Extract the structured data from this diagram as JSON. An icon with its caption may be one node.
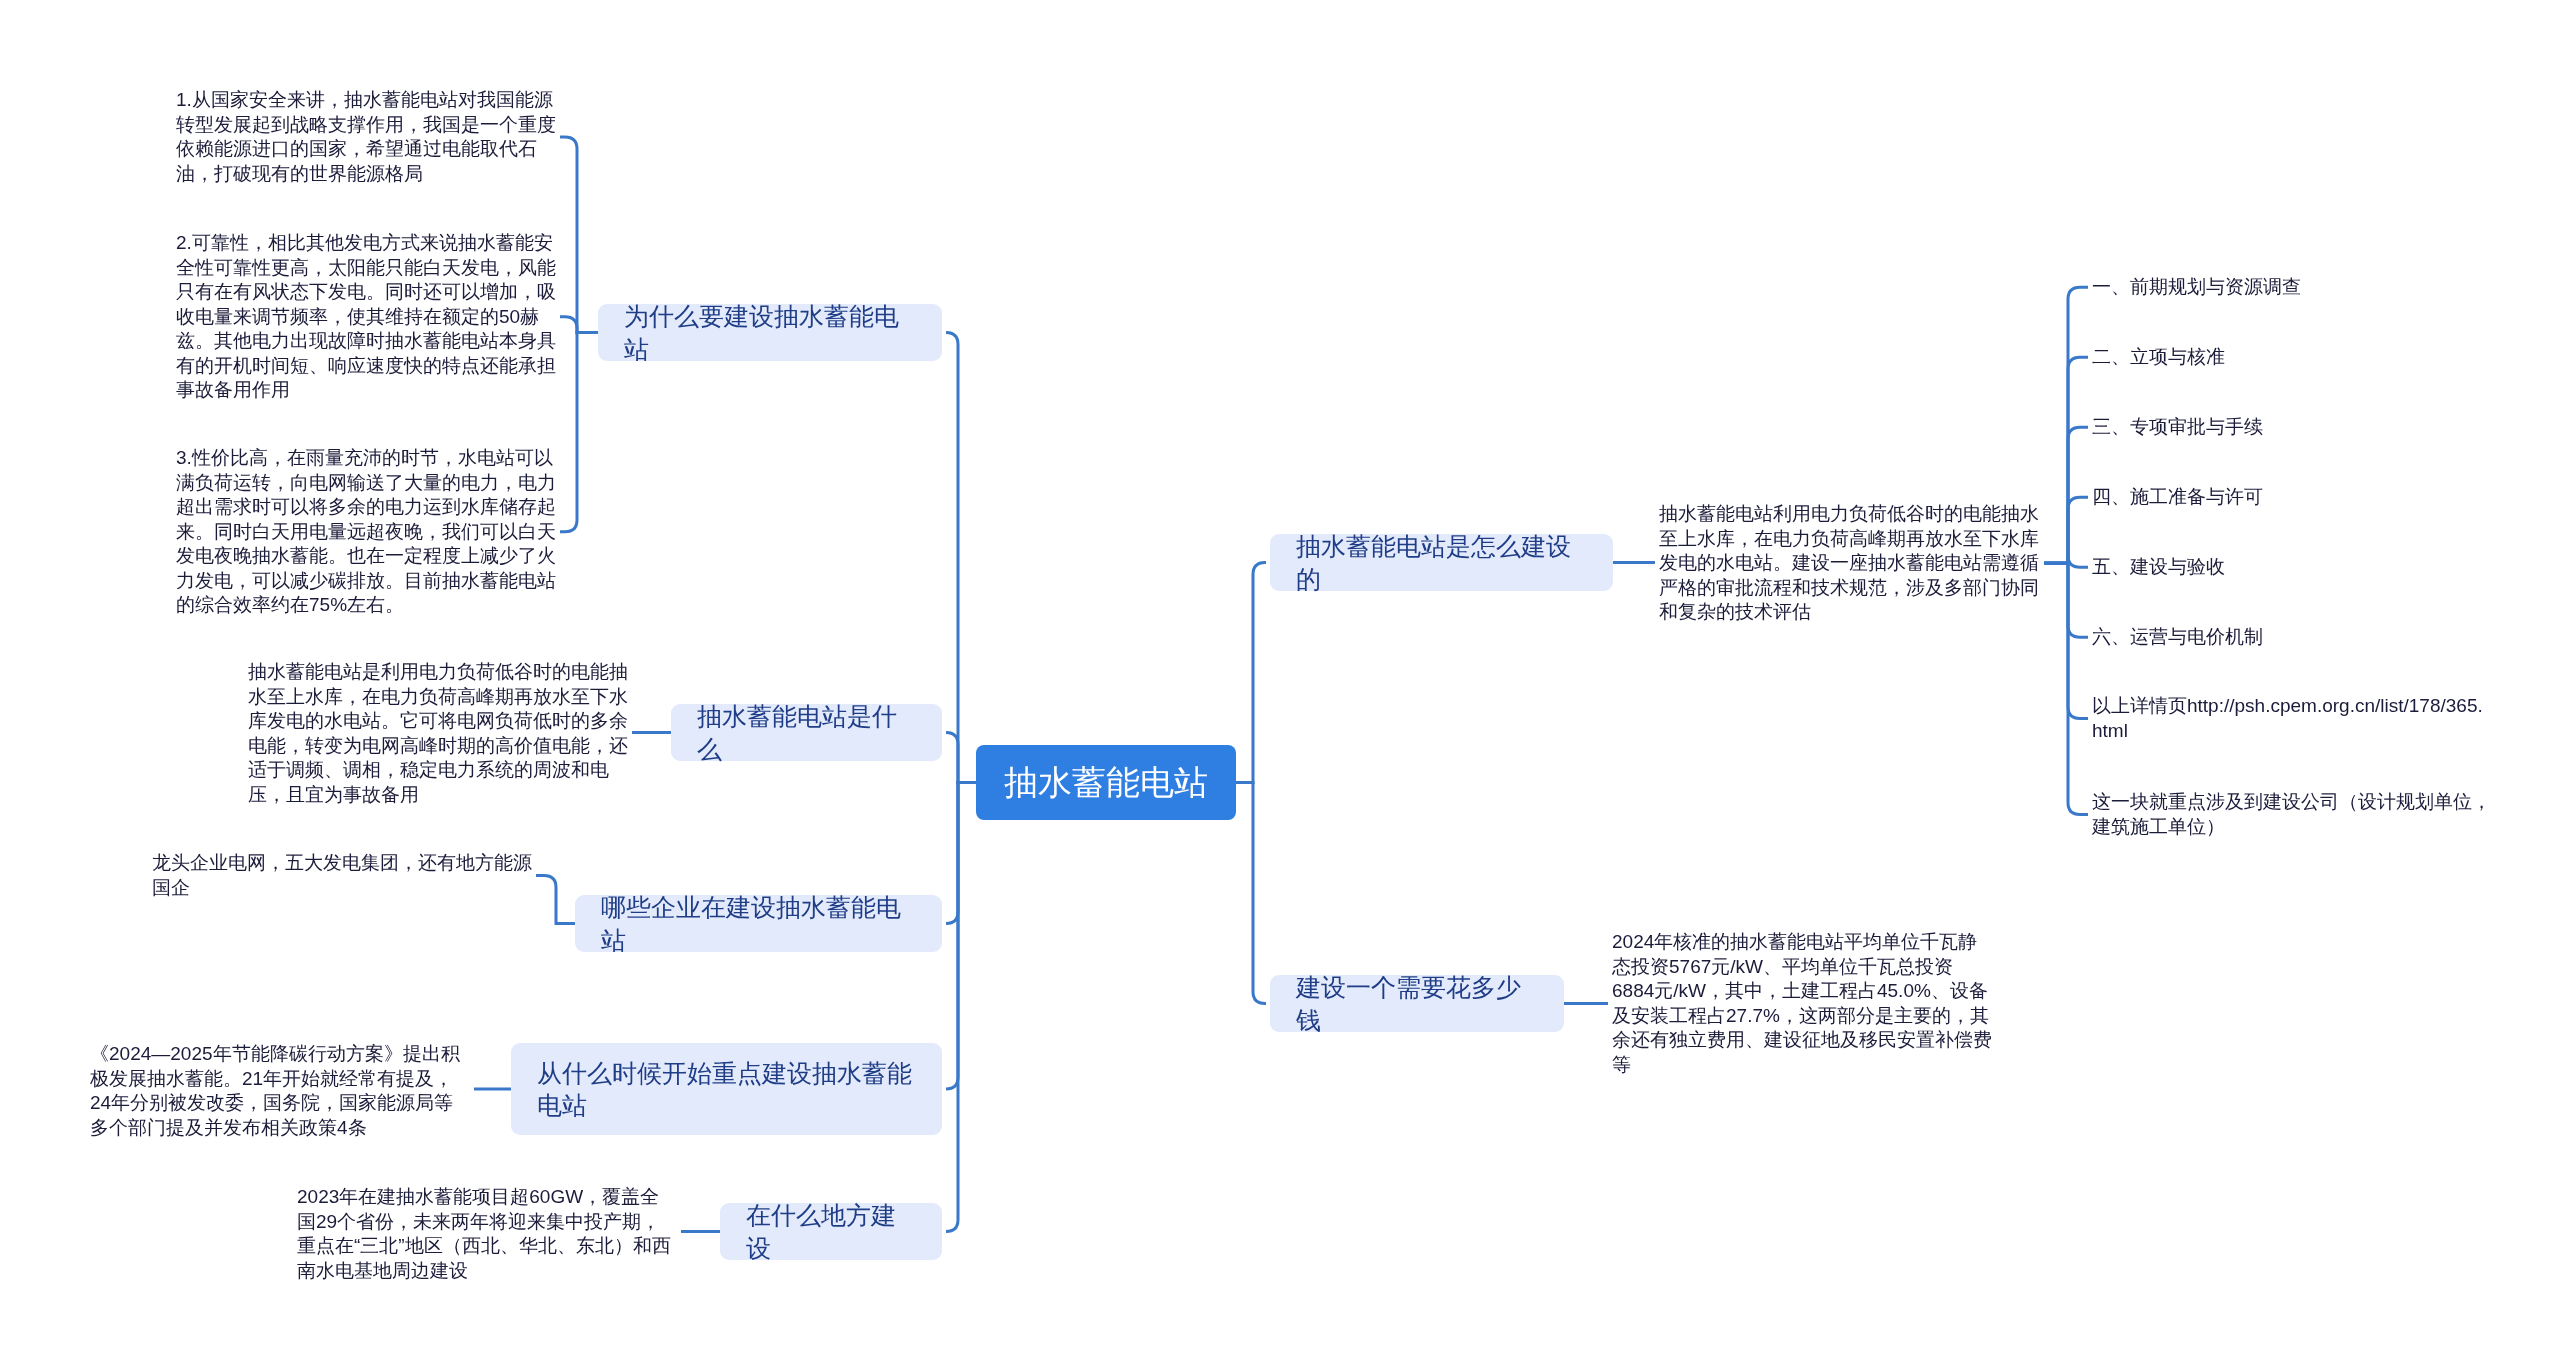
{
  "diagram": {
    "nodes": [
      {
        "text": [
          "抽水蓄能电站"
        ]
      },
      {
        "text": [
          "为什么要建设抽水蓄能电站"
        ]
      },
      {
        "text": [
          "1.从国家安全来讲，抽水蓄能电站对我国能源转型发展起到战略支撑作用，我国是一个重度依赖能源进口的国家，希望通过电能取代石油，打破现有的世界能源格局"
        ]
      },
      {
        "text": [
          "2.可靠性，相比其他发电方式来说抽水蓄能安全性可靠性更高，太阳能只能白天发电，风能只有在有风状态下发电。同时还可以增加，吸收电量来调节频率，使其维持在额定的50赫兹。其他电力出现故障时抽水蓄能电站本身具有的开机时间短、响应速度快的特点还能承担事故备用作用"
        ]
      },
      {
        "text": [
          "3.性价比高，在雨量充沛的时节，水电站可以满负荷运转，向电网输送了大量的电力，电力超出需求时可以将多余的电力运到水库储存起来。同时白天用电量远超夜晚，我们可以白天发电夜晚抽水蓄能。也在一定程度上减少了火力发电，可以减少碳排放。目前抽水蓄能电站的综合效率约在75%左右。"
        ]
      },
      {
        "text": [
          "抽水蓄能电站是什么"
        ]
      },
      {
        "text": [
          "抽水蓄能电站是利用电力负荷低谷时的电能抽水至上水库，在电力负荷高峰期再放水至下水库发电的水电站。它可将电网负荷低时的多余电能，转变为电网高峰时期的高价值电能，还适于调频、调相，稳定电力系统的周波和电压，且宜为事故备用"
        ]
      },
      {
        "text": [
          "哪些企业在建设抽水蓄能电站"
        ]
      },
      {
        "text": [
          "龙头企业电网，五大发电集团，还有地方能源国企"
        ]
      },
      {
        "text": [
          "从什么时候开始重点建设抽水蓄能电站"
        ]
      },
      {
        "text": [
          "《2024—2025年节能降碳行动方案》提出积极发展抽水蓄能。21年开始就经常有提及，24年分别被发改委，国务院，国家能源局等多个部门提及并发布相关政策4条"
        ]
      },
      {
        "text": [
          "在什么地方建设"
        ]
      },
      {
        "text": [
          "2023年在建抽水蓄能项目超60GW，覆盖全国29个省份，未来两年将迎来集中投产期，重点在“三北”地区（西北、华北、东北）和西南水电基地周边建设"
        ]
      },
      {
        "text": [
          "抽水蓄能电站是怎么建设的"
        ]
      },
      {
        "text": [
          "抽水蓄能电站利用电力负荷低谷时的电能抽水至上水库，在电力负荷高峰期再放水至下水库发电的水电站。建设一座抽水蓄能电站需遵循严格的审批流程和技术规范，涉及多部门协同和复杂的技术评估"
        ]
      },
      {
        "text": [
          "一、前期规划与资源调查"
        ]
      },
      {
        "text": [
          "二、立项与核准"
        ]
      },
      {
        "text": [
          "三、专项审批与手续"
        ]
      },
      {
        "text": [
          "四、施工准备与许可"
        ]
      },
      {
        "text": [
          "五、建设与验收"
        ]
      },
      {
        "text": [
          "六、运营与电价机制"
        ]
      },
      {
        "text": [
          "以上详情页http://psh.cpem.org.cn/list/178/365.html"
        ]
      },
      {
        "text": [
          "这一块就重点涉及到建设公司（设计规划单位，建筑施工单位）"
        ]
      },
      {
        "text": [
          "建设一个需要花多少钱"
        ]
      },
      {
        "text": [
          "2024年核准的抽水蓄能电站平均单位千瓦静态投资5767元/kW、平均单位千瓦总投资6884元/kW，其中，土建工程占45.0%、设备及安装工程占27.7%，这两部分是主要的，其余还有独立费用、建设征地及移民安置补偿费等"
        ]
      }
    ],
    "edges": [
      {
        "from": 0,
        "to": 1,
        "arrow": "none"
      },
      {
        "from": 1,
        "to": 2,
        "arrow": "none"
      },
      {
        "from": 1,
        "to": 3,
        "arrow": "none"
      },
      {
        "from": 1,
        "to": 4,
        "arrow": "none"
      },
      {
        "from": 0,
        "to": 5,
        "arrow": "none"
      },
      {
        "from": 5,
        "to": 6,
        "arrow": "none"
      },
      {
        "from": 0,
        "to": 7,
        "arrow": "none"
      },
      {
        "from": 7,
        "to": 8,
        "arrow": "none"
      },
      {
        "from": 0,
        "to": 9,
        "arrow": "none"
      },
      {
        "from": 9,
        "to": 10,
        "arrow": "none"
      },
      {
        "from": 0,
        "to": 11,
        "arrow": "none"
      },
      {
        "from": 11,
        "to": 12,
        "arrow": "none"
      },
      {
        "from": 0,
        "to": 13,
        "arrow": "none"
      },
      {
        "from": 13,
        "to": 14,
        "arrow": "none"
      },
      {
        "from": 14,
        "to": 15,
        "arrow": "none"
      },
      {
        "from": 14,
        "to": 16,
        "arrow": "none"
      },
      {
        "from": 14,
        "to": 17,
        "arrow": "none"
      },
      {
        "from": 14,
        "to": 18,
        "arrow": "none"
      },
      {
        "from": 14,
        "to": 19,
        "arrow": "none"
      },
      {
        "from": 14,
        "to": 20,
        "arrow": "none"
      },
      {
        "from": 14,
        "to": 21,
        "arrow": "none"
      },
      {
        "from": 14,
        "to": 22,
        "arrow": "none"
      },
      {
        "from": 0,
        "to": 23,
        "arrow": "none"
      },
      {
        "from": 23,
        "to": 24,
        "arrow": "none"
      }
    ]
  }
}
